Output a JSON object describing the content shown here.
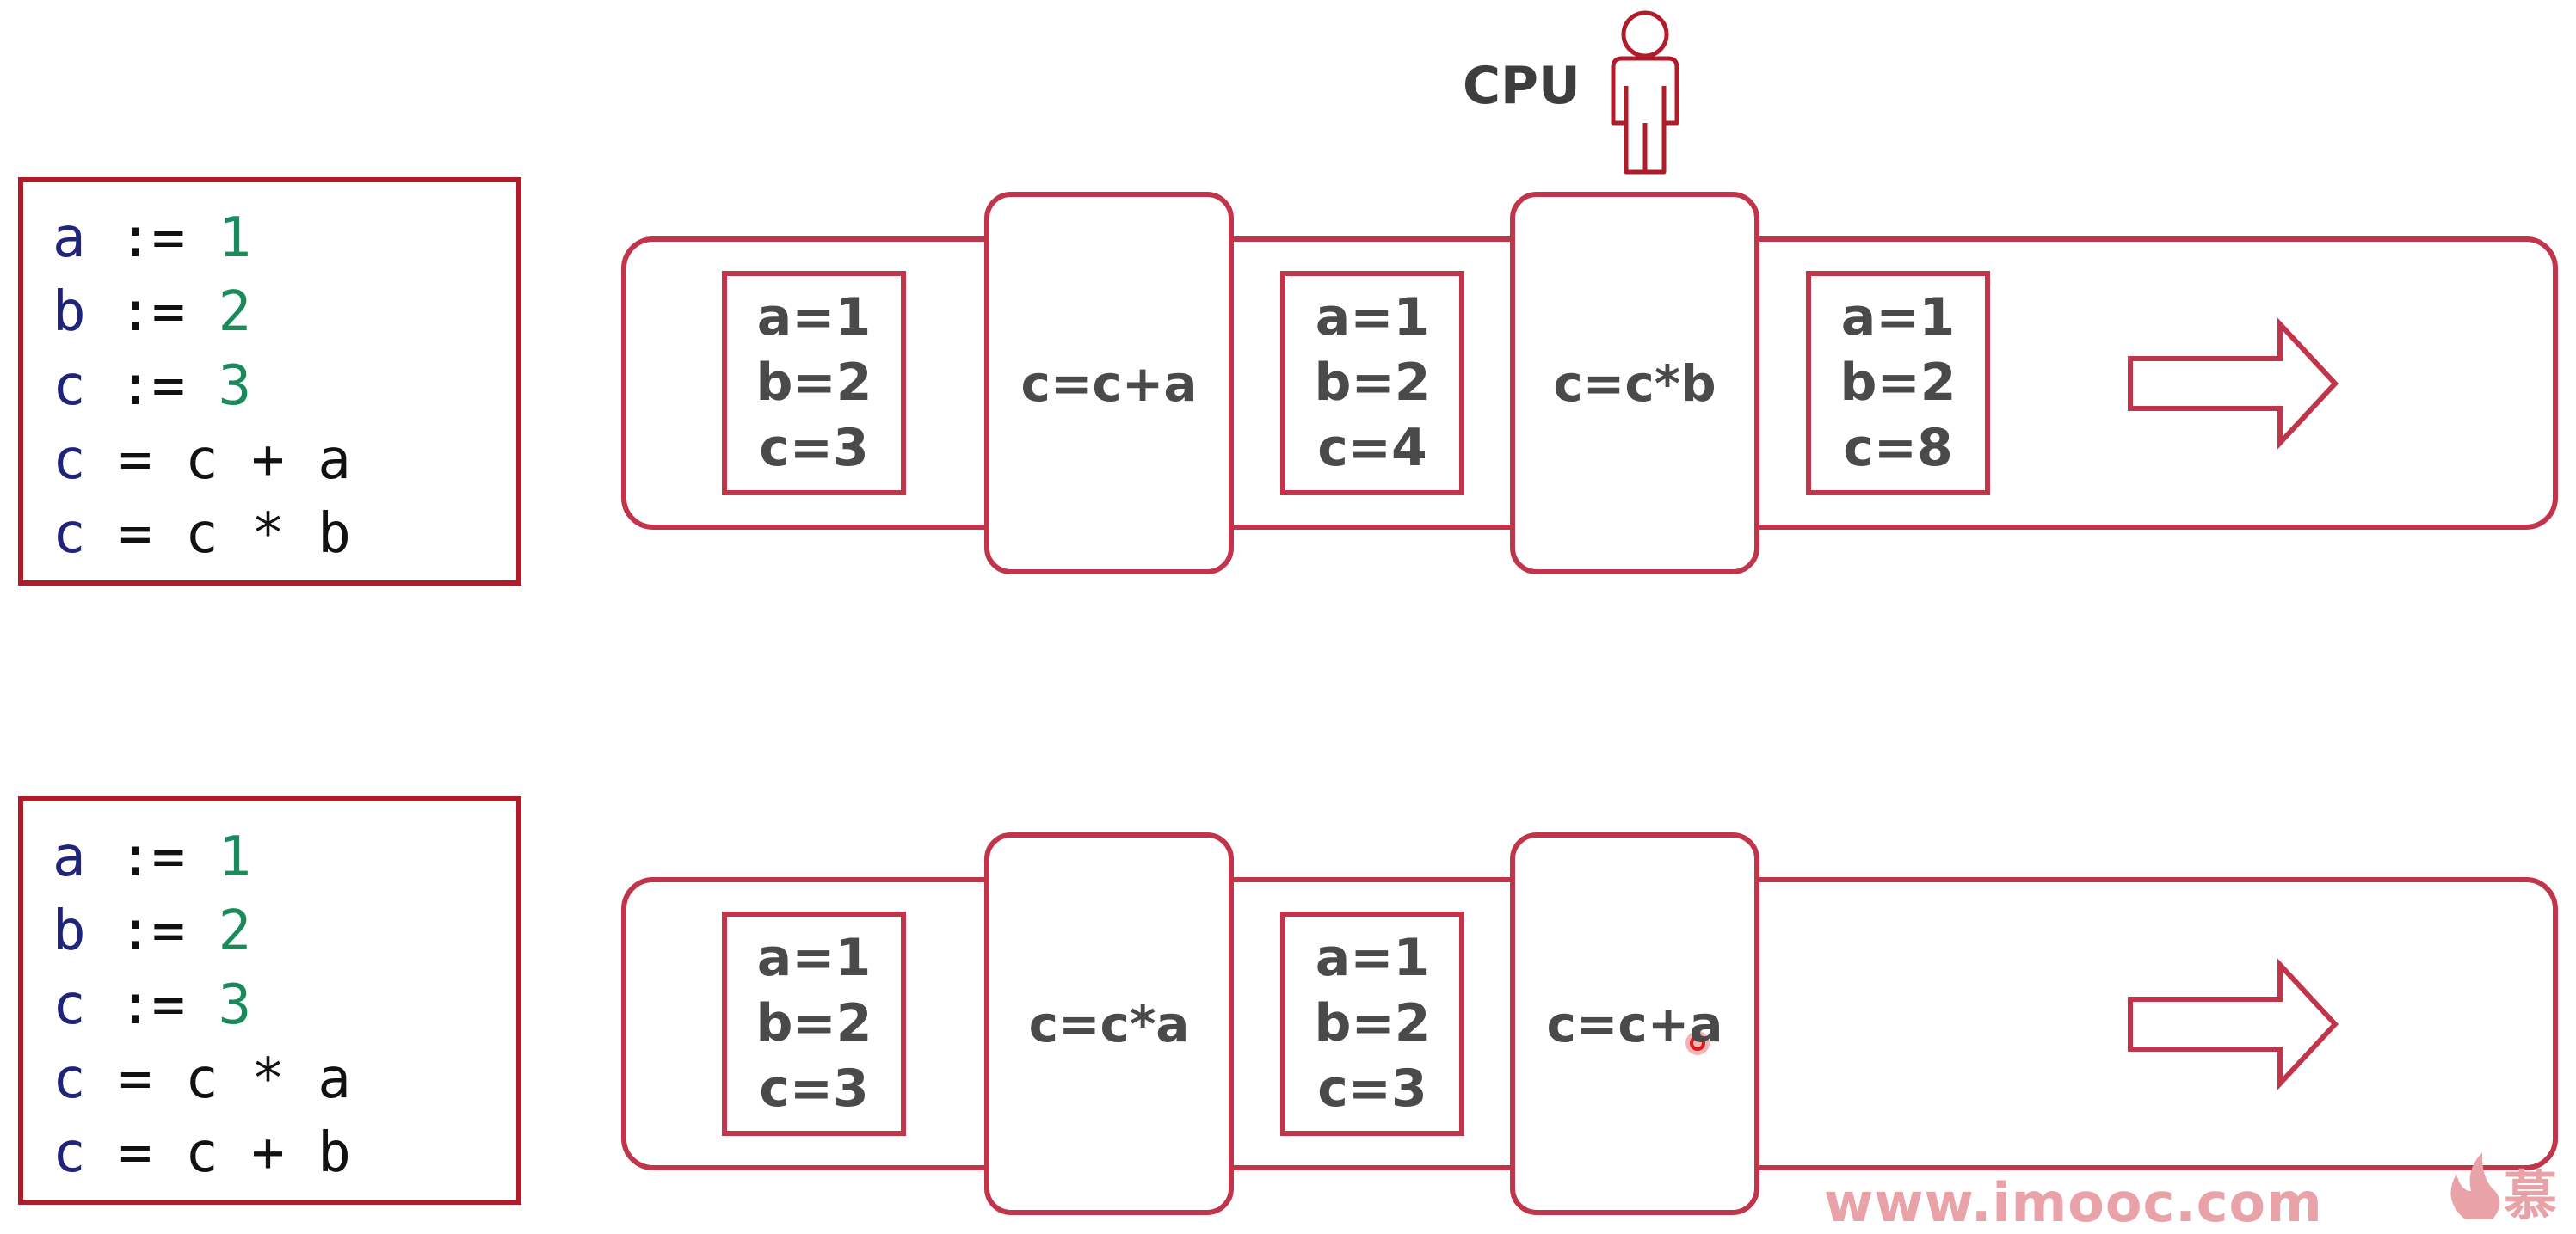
{
  "colors": {
    "accent": "#c0354a",
    "code_border": "#b11c2a",
    "var": "#1f237a",
    "num": "#1a8a5a",
    "text": "#4a4a4a",
    "watermark": "#e9a2a8"
  },
  "programs": [
    {
      "lines": [
        {
          "v": "a",
          "op": ":=",
          "rest": "1",
          "rest_kind": "num"
        },
        {
          "v": "b",
          "op": ":=",
          "rest": "2",
          "rest_kind": "num"
        },
        {
          "v": "c",
          "op": ":=",
          "rest": "3",
          "rest_kind": "num"
        },
        {
          "v": "c",
          "op": "=",
          "rest": "c + a",
          "rest_kind": "op"
        },
        {
          "v": "c",
          "op": "=",
          "rest": "c * b",
          "rest_kind": "op"
        }
      ]
    },
    {
      "lines": [
        {
          "v": "a",
          "op": ":=",
          "rest": "1",
          "rest_kind": "num"
        },
        {
          "v": "b",
          "op": ":=",
          "rest": "2",
          "rest_kind": "num"
        },
        {
          "v": "c",
          "op": ":=",
          "rest": "3",
          "rest_kind": "num"
        },
        {
          "v": "c",
          "op": "=",
          "rest": "c * a",
          "rest_kind": "op"
        },
        {
          "v": "c",
          "op": "=",
          "rest": "c + b",
          "rest_kind": "op"
        }
      ]
    }
  ],
  "pipelines": [
    {
      "states": [
        [
          "a=1",
          "b=2",
          "c=3"
        ],
        [
          "a=1",
          "b=2",
          "c=4"
        ],
        [
          "a=1",
          "b=2",
          "c=8"
        ]
      ],
      "ops": [
        "c=c+a",
        "c=c*b"
      ]
    },
    {
      "states": [
        [
          "a=1",
          "b=2",
          "c=3"
        ],
        [
          "a=1",
          "b=2",
          "c=3"
        ]
      ],
      "ops": [
        "c=c*a",
        "c=c+a"
      ]
    }
  ],
  "cpu_label": "CPU",
  "watermark": "www.imooc.com",
  "watermark_cn": "慕"
}
